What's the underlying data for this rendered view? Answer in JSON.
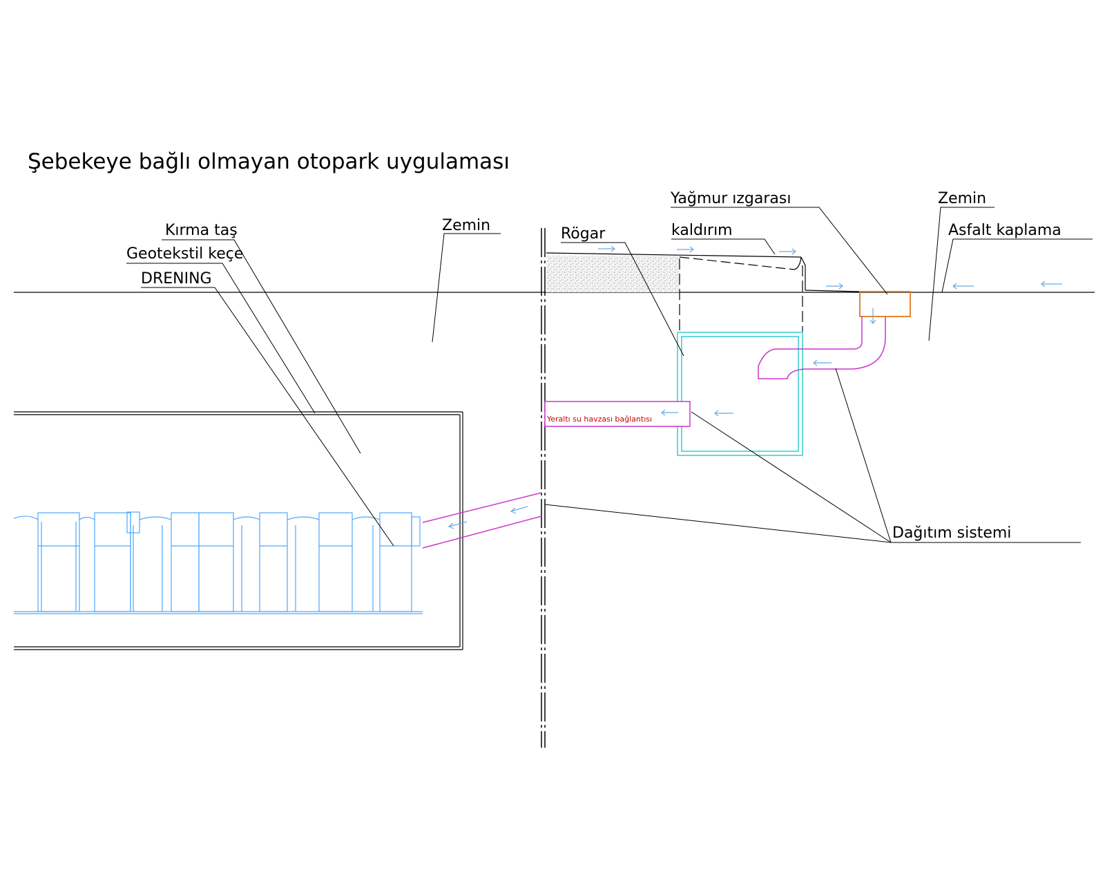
{
  "title": "Şebekeye bağlı olmayan otopark uygulaması",
  "labels": {
    "kirma_tas": "Kırma taş",
    "geotekstil": "Geotekstil keçe",
    "drening": "DRENING",
    "zemin_left": "Zemin",
    "rogar": "Rögar",
    "kaldirim": "kaldırım",
    "yagmur_izgarasi": "Yağmur ızgarası",
    "zemin_right": "Zemin",
    "asfalt": "Asfalt kaplama",
    "yeralti": "Yeraltı su havzası bağlantısı",
    "dagitim": "Dağıtım sistemi"
  },
  "colors": {
    "line": "#000000",
    "drain": "#4da6ff",
    "manhole": "#33cccc",
    "pipe": "#cc33cc",
    "grate": "#e07820",
    "flow_arrow": "#6aa8e8",
    "red_text": "#cc0000",
    "gravel": "#bdbdbd"
  },
  "icons": {
    "flow": "flow-arrow-icon"
  }
}
